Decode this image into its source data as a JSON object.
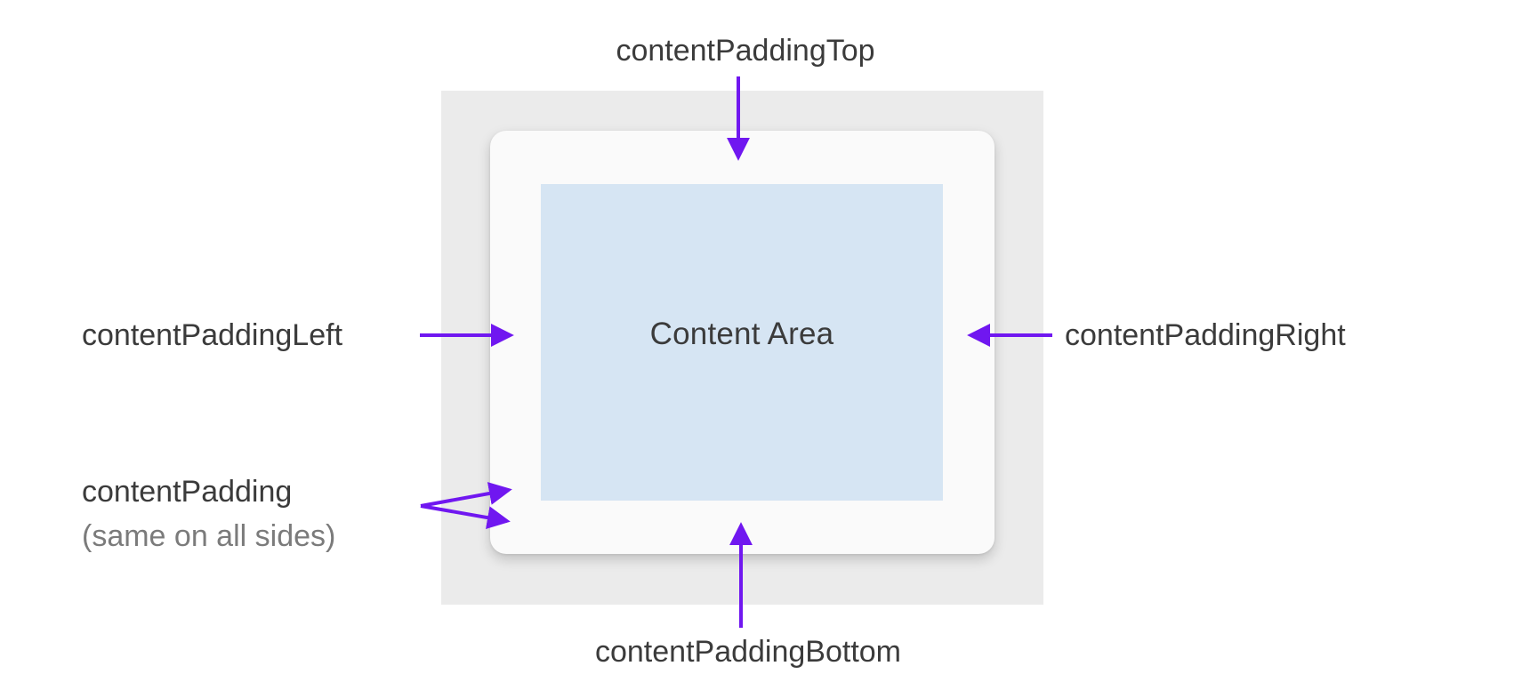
{
  "labels": {
    "top": "contentPaddingTop",
    "left": "contentPaddingLeft",
    "right": "contentPaddingRight",
    "bottom": "contentPaddingBottom",
    "uniform": "contentPadding",
    "uniform_note": "(same on all sides)",
    "content_area": "Content Area"
  },
  "colors": {
    "arrow": "#7017f0",
    "outer_box_bg": "#ebebeb",
    "card_bg": "#fafafa",
    "content_area_bg": "#d6e5f3",
    "label_text": "#3b3b3b",
    "note_text": "#7b7b7b"
  }
}
